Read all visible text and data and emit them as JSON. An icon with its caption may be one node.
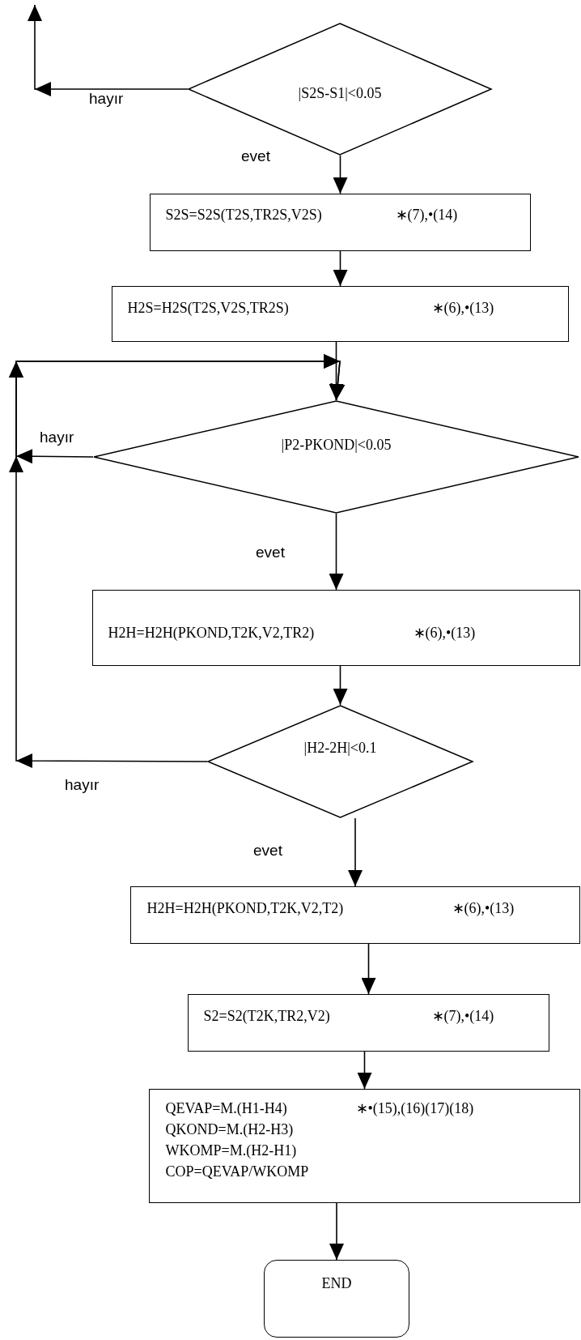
{
  "diagram": {
    "nodes": [
      {
        "text": [
          "|S2S-S1|<0.05"
        ]
      },
      {
        "text": [
          "S2S=S2S(T2S,TR2S,V2S)",
          "∗(7),•(14)"
        ]
      },
      {
        "text": [
          "H2S=H2S(T2S,V2S,TR2S)",
          "∗(6),•(13)"
        ]
      },
      {
        "text": [
          "|P2-PKOND|<0.05"
        ]
      },
      {
        "text": [
          "H2H=H2H(PKOND,T2K,V2,TR2)",
          "∗(6),•(13)"
        ]
      },
      {
        "text": [
          "|H2-2H|<0.1"
        ]
      },
      {
        "text": [
          "H2H=H2H(PKOND,T2K,V2,T2)",
          "∗(6),•(13)"
        ]
      },
      {
        "text": [
          "S2=S2(T2K,TR2,V2)",
          "∗(7),•(14)"
        ]
      },
      {
        "text": [
          "QEVAP=M.(H1-H4)",
          "∗•(15),(16)(17)(18)",
          "QKOND=M.(H2-H3)",
          "WKOMP=M.(H2-H1)",
          "COP=QEVAP/WKOMP"
        ]
      },
      {
        "text": [
          "END"
        ]
      }
    ],
    "edges": [
      {
        "from": 0,
        "to": null,
        "arrow": "to",
        "label": "hayır"
      },
      {
        "from": 0,
        "to": 1,
        "arrow": "to",
        "label": "evet"
      },
      {
        "from": 1,
        "to": 2,
        "arrow": "to"
      },
      {
        "from": 2,
        "to": 3,
        "arrow": "to"
      },
      {
        "from": 3,
        "to": 3,
        "arrow": "to",
        "label": "hayır"
      },
      {
        "from": 3,
        "to": 4,
        "arrow": "to",
        "label": "evet"
      },
      {
        "from": 4,
        "to": 5,
        "arrow": "to"
      },
      {
        "from": 5,
        "to": 3,
        "arrow": "to",
        "label": "hayır"
      },
      {
        "from": 5,
        "to": 6,
        "arrow": "to",
        "label": "evet"
      },
      {
        "from": 6,
        "to": 7,
        "arrow": "to"
      },
      {
        "from": 7,
        "to": 8,
        "arrow": "to"
      },
      {
        "from": 8,
        "to": 9,
        "arrow": "to"
      }
    ]
  }
}
